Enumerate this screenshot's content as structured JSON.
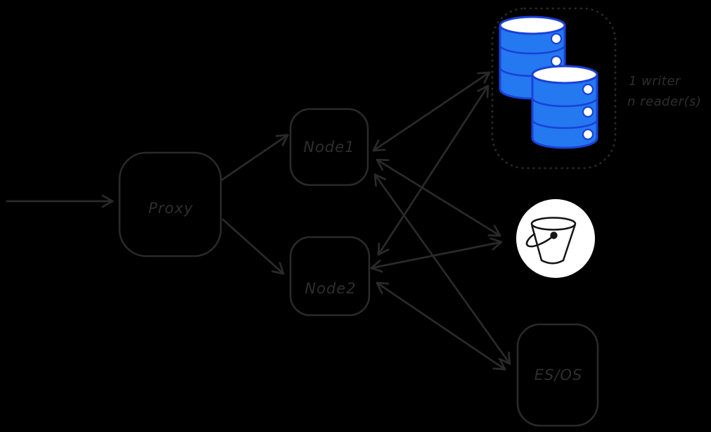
{
  "labels": {
    "proxy": "Proxy",
    "node1": "Node1",
    "node2": "Node2",
    "esos": "ES/OS"
  },
  "annotation": {
    "line1": "1 writer",
    "line2": "n reader(s)"
  },
  "nodes": [
    {
      "id": "proxy",
      "label": "Proxy",
      "shape": "rounded-rectangle"
    },
    {
      "id": "node1",
      "label": "Node1",
      "shape": "rounded-rectangle"
    },
    {
      "id": "node2",
      "label": "Node2",
      "shape": "rounded-rectangle"
    },
    {
      "id": "database-cluster",
      "shape": "dotted-container",
      "icon": "database-stack-icon",
      "note": "1 writer, n reader(s)"
    },
    {
      "id": "bucket",
      "shape": "circle",
      "icon": "bucket-icon"
    },
    {
      "id": "es-os",
      "label": "ES/OS",
      "shape": "rounded-rectangle"
    }
  ],
  "edges": [
    {
      "from": "external-input",
      "to": "proxy",
      "bidirectional": false
    },
    {
      "from": "proxy",
      "to": "node1",
      "bidirectional": false
    },
    {
      "from": "proxy",
      "to": "node2",
      "bidirectional": false
    },
    {
      "from": "node1",
      "to": "database-cluster",
      "bidirectional": true
    },
    {
      "from": "node2",
      "to": "database-cluster",
      "bidirectional": true
    },
    {
      "from": "node1",
      "to": "bucket",
      "bidirectional": true
    },
    {
      "from": "node2",
      "to": "bucket",
      "bidirectional": true
    },
    {
      "from": "node1",
      "to": "es-os",
      "bidirectional": true
    },
    {
      "from": "node2",
      "to": "es-os",
      "bidirectional": true
    }
  ],
  "colors": {
    "bg": "#000000",
    "stroke": "#2a2a2a",
    "text": "#2e2e2e",
    "db_fill": "#2478f0",
    "db_stroke": "#1a41d8",
    "white": "#ffffff",
    "bucket_stroke": "#141414"
  }
}
